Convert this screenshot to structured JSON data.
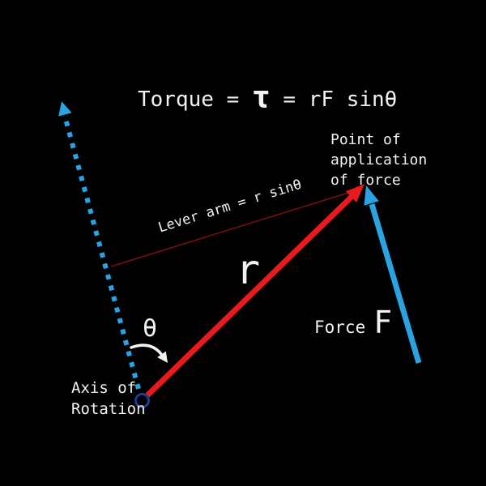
{
  "colors": {
    "background": "#000000",
    "text_white": "#f2f2f2",
    "accent_cyan": "#29a4e2",
    "accent_red": "#e9191e",
    "lever_dark_red": "#7a1014",
    "pivot_blue": "#1d3e8e",
    "arrow_white": "#f2f2f2"
  },
  "title": {
    "pre": "Torque = ",
    "tau": "τ",
    "post": " = rF sinθ"
  },
  "labels": {
    "point_of_application": "Point of\napplication\nof force",
    "lever_arm": "Lever arm = r sinθ",
    "radius_symbol": "r",
    "force_word": "Force",
    "force_symbol": "F",
    "theta_symbol": "θ",
    "axis_of_rotation": "Axis of\nRotation"
  }
}
